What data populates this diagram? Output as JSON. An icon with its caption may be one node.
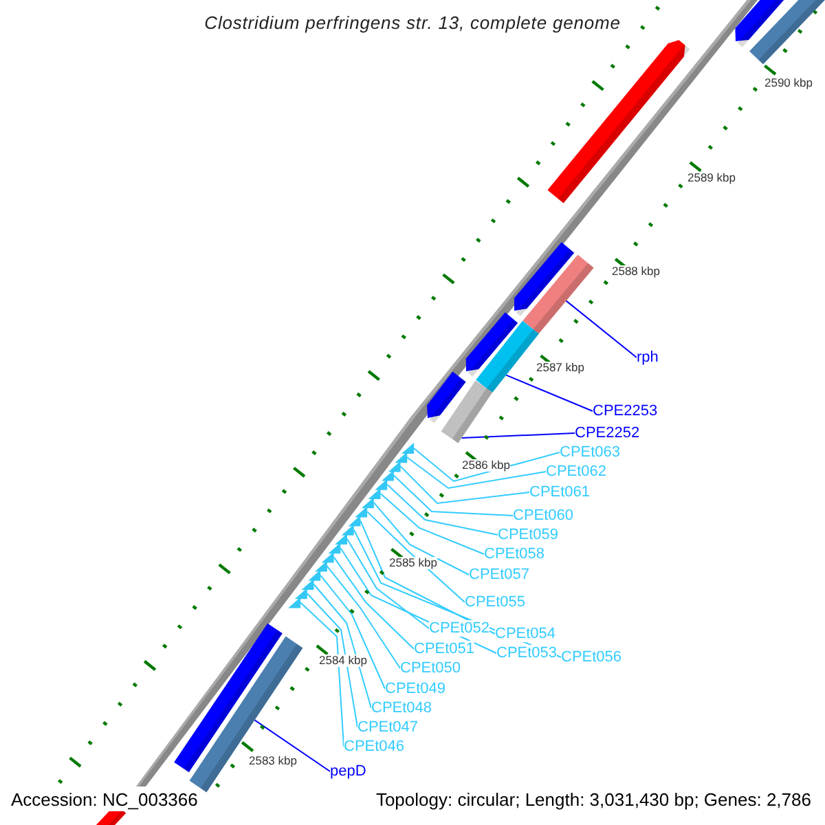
{
  "diagram": {
    "title": "Clostridium perfringens str. 13, complete genome",
    "nodes": [
      {
        "text": [
          "rph"
        ]
      },
      {
        "text": [
          "CPE2253"
        ]
      },
      {
        "text": [
          "CPE2252"
        ]
      },
      {
        "text": [
          "CPEt063"
        ]
      },
      {
        "text": [
          "CPEt062"
        ]
      },
      {
        "text": [
          "CPEt061"
        ]
      },
      {
        "text": [
          "CPEt060"
        ]
      },
      {
        "text": [
          "CPEt059"
        ]
      },
      {
        "text": [
          "CPEt058"
        ]
      },
      {
        "text": [
          "CPEt057"
        ]
      },
      {
        "text": [
          "CPEt055"
        ]
      },
      {
        "text": [
          "CPEt052"
        ]
      },
      {
        "text": [
          "CPEt054"
        ]
      },
      {
        "text": [
          "CPEt051"
        ]
      },
      {
        "text": [
          "CPEt053"
        ]
      },
      {
        "text": [
          "CPEt056"
        ]
      },
      {
        "text": [
          "CPEt050"
        ]
      },
      {
        "text": [
          "CPEt049"
        ]
      },
      {
        "text": [
          "CPEt048"
        ]
      },
      {
        "text": [
          "CPEt047"
        ]
      },
      {
        "text": [
          "CPEt046"
        ]
      },
      {
        "text": [
          "pepD"
        ]
      },
      {
        "text": [],
        "shape": "bar"
      },
      {
        "text": [],
        "shape": "bar"
      },
      {
        "text": [],
        "shape": "bar"
      },
      {
        "text": [],
        "shape": "triangle"
      },
      {
        "text": [],
        "shape": "triangle"
      },
      {
        "text": [],
        "shape": "triangle"
      },
      {
        "text": [],
        "shape": "triangle"
      },
      {
        "text": [],
        "shape": "triangle"
      },
      {
        "text": [],
        "shape": "triangle"
      },
      {
        "text": [],
        "shape": "triangle"
      },
      {
        "text": [],
        "shape": "triangle"
      },
      {
        "text": [],
        "shape": "triangle"
      },
      {
        "text": [],
        "shape": "triangle"
      },
      {
        "text": [],
        "shape": "triangle"
      },
      {
        "text": [],
        "shape": "triangle"
      },
      {
        "text": [],
        "shape": "triangle"
      },
      {
        "text": [],
        "shape": "triangle"
      },
      {
        "text": [],
        "shape": "triangle"
      },
      {
        "text": [],
        "shape": "triangle"
      },
      {
        "text": [],
        "shape": "triangle"
      },
      {
        "text": [],
        "shape": "triangle"
      },
      {
        "text": [],
        "shape": "bar"
      }
    ],
    "edges": [
      {
        "from": 0,
        "to": 22,
        "arrow": "none",
        "color": "#0000ff"
      },
      {
        "from": 1,
        "to": 23,
        "arrow": "none",
        "color": "#0000ff"
      },
      {
        "from": 2,
        "to": 24,
        "arrow": "none",
        "color": "#0000ff"
      },
      {
        "from": 3,
        "to": 25,
        "arrow": "none"
      },
      {
        "from": 4,
        "to": 26,
        "arrow": "none"
      },
      {
        "from": 5,
        "to": 27,
        "arrow": "none"
      },
      {
        "from": 6,
        "to": 28,
        "arrow": "none"
      },
      {
        "from": 7,
        "to": 29,
        "arrow": "none"
      },
      {
        "from": 8,
        "to": 30,
        "arrow": "none"
      },
      {
        "from": 9,
        "to": 31,
        "arrow": "none"
      },
      {
        "from": 10,
        "to": 32,
        "arrow": "none"
      },
      {
        "from": 11,
        "to": 35,
        "arrow": "none"
      },
      {
        "from": 12,
        "to": 33,
        "arrow": "none"
      },
      {
        "from": 13,
        "to": 37,
        "arrow": "none"
      },
      {
        "from": 14,
        "to": 36,
        "arrow": "none"
      },
      {
        "from": 15,
        "to": 34,
        "arrow": "none"
      },
      {
        "from": 16,
        "to": 38,
        "arrow": "none"
      },
      {
        "from": 17,
        "to": 39,
        "arrow": "none"
      },
      {
        "from": 18,
        "to": 40,
        "arrow": "none"
      },
      {
        "from": 19,
        "to": 41,
        "arrow": "none"
      },
      {
        "from": 20,
        "to": 42,
        "arrow": "none"
      },
      {
        "from": 21,
        "to": 43,
        "arrow": "none",
        "color": "#0000ff"
      }
    ],
    "labels": [
      "2590 kbp",
      "2589 kbp",
      "2588 kbp",
      "2587 kbp",
      "2586 kbp",
      "2585 kbp",
      "2584 kbp",
      "2583 kbp",
      "Accession: NC_003366",
      "Topology: circular; Length: 3,031,430 bp; Genes: 2,786"
    ]
  }
}
